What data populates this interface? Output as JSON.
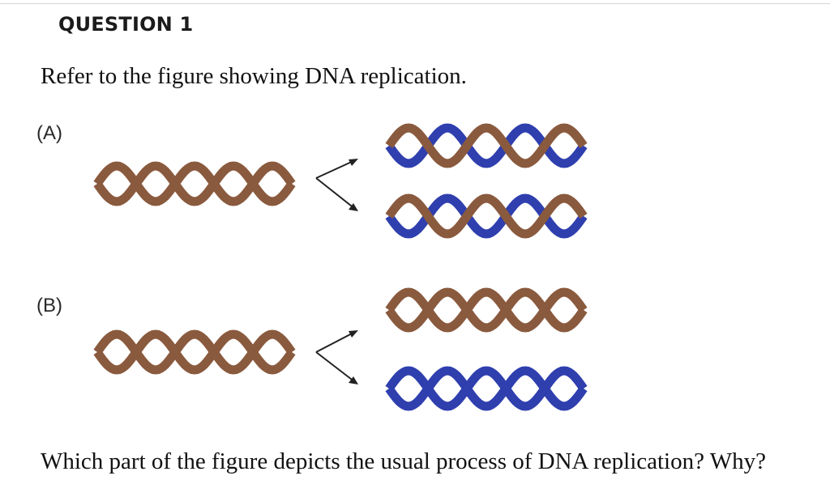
{
  "question": {
    "heading": "QUESTION 1",
    "prompt": "Refer to the figure showing DNA replication.",
    "question_text": "Which part of the figure depicts the usual process of DNA replication? Why?"
  },
  "figure": {
    "panels": [
      {
        "label": "(A)",
        "parent_strands": [
          "brown",
          "brown"
        ],
        "daughter_top_strands": [
          "blue",
          "brown"
        ],
        "daughter_bottom_strands": [
          "blue",
          "brown"
        ]
      },
      {
        "label": "(B)",
        "parent_strands": [
          "brown",
          "brown"
        ],
        "daughter_top_strands": [
          "brown",
          "brown"
        ],
        "daughter_bottom_strands": [
          "blue",
          "blue"
        ]
      }
    ]
  },
  "colors": {
    "brown": "#8a5a3e",
    "blue": "#2f3fae",
    "arrow": "#222222",
    "heading_text": "#1b1b1b"
  }
}
